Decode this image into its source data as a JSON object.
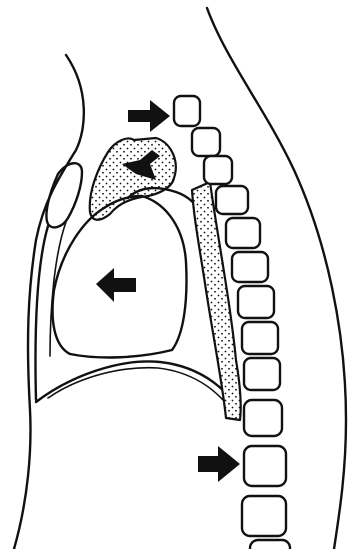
{
  "figure": {
    "colors": {
      "ink": "#111111",
      "paper": "#ffffff"
    },
    "icons": [
      "arrow-right-upper",
      "arrow-down-left-mediastinum",
      "arrow-left-heart",
      "arrow-right-lower"
    ],
    "vertebra_count": 14
  }
}
